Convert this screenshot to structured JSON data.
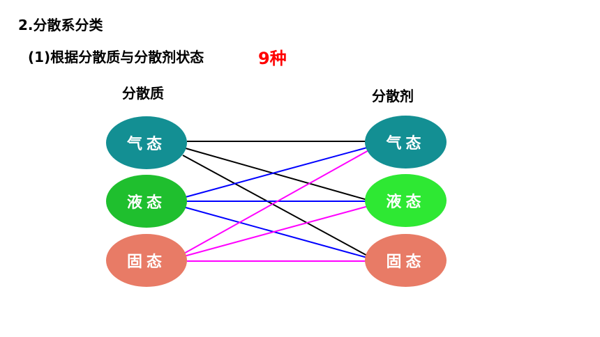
{
  "heading": "2.分散系分类",
  "subheading": "(1)根据分散质与分散剂状态",
  "count_label": "9种",
  "left_header": "分散质",
  "right_header": "分散剂",
  "left_nodes": [
    "气态",
    "液态",
    "固态"
  ],
  "right_nodes": [
    "气态",
    "液态",
    "固态"
  ],
  "colors": {
    "gas_node": "#138f93",
    "liquid_node_left": "#1fbf2e",
    "liquid_node_right": "#2ee833",
    "solid_node": "#e87b66",
    "gas_links": "#000000",
    "liquid_links": "#0000ff",
    "solid_links": "#ff00ff",
    "count_text": "#ff0000"
  },
  "connections": [
    {
      "from": "气态",
      "to": "气态",
      "color": "#000000"
    },
    {
      "from": "气态",
      "to": "液态",
      "color": "#000000"
    },
    {
      "from": "气态",
      "to": "固态",
      "color": "#000000"
    },
    {
      "from": "液态",
      "to": "气态",
      "color": "#0000ff"
    },
    {
      "from": "液态",
      "to": "液态",
      "color": "#0000ff"
    },
    {
      "from": "液态",
      "to": "固态",
      "color": "#0000ff"
    },
    {
      "from": "固态",
      "to": "气态",
      "color": "#ff00ff"
    },
    {
      "from": "固态",
      "to": "液态",
      "color": "#ff00ff"
    },
    {
      "from": "固态",
      "to": "固态",
      "color": "#ff00ff"
    }
  ]
}
